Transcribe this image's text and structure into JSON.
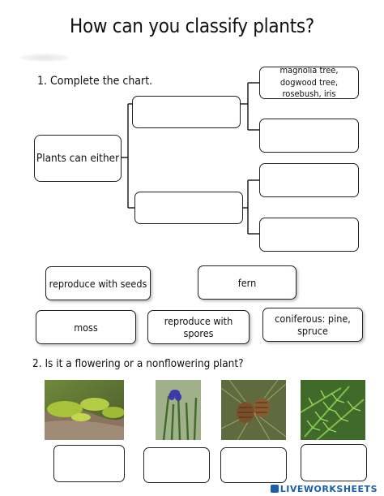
{
  "worksheet": {
    "title": "How can you classify plants?",
    "q1": "1.  Complete the chart.",
    "q2": "2. Is it a flowering or a nonflowering plant?",
    "root_label": "Plants can either",
    "answer_top": "magnolia tree, dogwood tree, rosebush, iris"
  },
  "chips": {
    "seeds": "reproduce with seeds",
    "fern": "fern",
    "moss": "moss",
    "spores": "reproduce with spores",
    "coniferous": "coniferous: pine, spruce"
  },
  "photos": [
    {
      "icon": "moss-photo"
    },
    {
      "icon": "iris-photo"
    },
    {
      "icon": "pine-cone-photo"
    },
    {
      "icon": "fern-photo"
    }
  ],
  "footer": {
    "brand": "LIVEWORKSHEETS"
  }
}
